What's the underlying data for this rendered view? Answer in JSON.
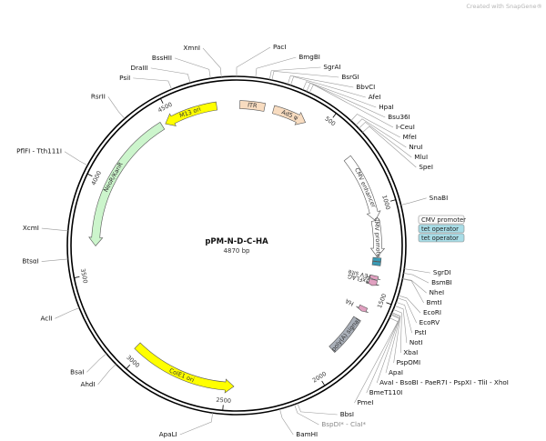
{
  "credit": "Created with SnapGene®",
  "title": "pPM-N-D-C-HA",
  "length": "4870 bp",
  "ticks": [
    {
      "label": "500",
      "pos": 500
    },
    {
      "label": "1000",
      "pos": 1000
    },
    {
      "label": "1500",
      "pos": 1500
    },
    {
      "label": "2000",
      "pos": 2000
    },
    {
      "label": "2500",
      "pos": 2500
    },
    {
      "label": "3000",
      "pos": 3000
    },
    {
      "label": "3500",
      "pos": 3500
    },
    {
      "label": "4000",
      "pos": 4000
    },
    {
      "label": "4500",
      "pos": 4500
    }
  ],
  "sites": [
    {
      "label": "PacI",
      "pos": 0
    },
    {
      "label": "BmgBI",
      "pos": 87
    },
    {
      "label": "SgrAI",
      "pos": 152
    },
    {
      "label": "BsrGI",
      "pos": 163
    },
    {
      "label": "BbvCI",
      "pos": 238
    },
    {
      "label": "AfeI",
      "pos": 252
    },
    {
      "label": "HpaI",
      "pos": 312
    },
    {
      "label": "Bsu36I",
      "pos": 330
    },
    {
      "label": "I-CeuI",
      "pos": 345
    },
    {
      "label": "MfeI",
      "pos": 575
    },
    {
      "label": "NruI",
      "pos": 605
    },
    {
      "label": "MluI",
      "pos": 625
    },
    {
      "label": "SpeI",
      "pos": 650
    },
    {
      "label": "SnaBI",
      "pos": 1030
    },
    {
      "label": "SgrDI",
      "pos": 1325
    },
    {
      "label": "BsmBI",
      "pos": 1345
    },
    {
      "label": "NheI",
      "pos": 1370
    },
    {
      "label": "BmtI",
      "pos": 1372
    },
    {
      "label": "EcoRI",
      "pos": 1450
    },
    {
      "label": "EcoRV",
      "pos": 1462
    },
    {
      "label": "PstI",
      "pos": 1482
    },
    {
      "label": "NotI",
      "pos": 1500
    },
    {
      "label": "XbaI",
      "pos": 1518
    },
    {
      "label": "PspOMI",
      "pos": 1533
    },
    {
      "label": "ApaI",
      "pos": 1537
    },
    {
      "label": "AvaI - BsoBI - PaeR7I - PspXI - TliI - XhoI",
      "pos": 1543
    },
    {
      "label": "BmeT110I",
      "pos": 1545
    },
    {
      "label": "PmeI",
      "pos": 1560
    },
    {
      "label": "BbsI",
      "pos": 2150
    },
    {
      "label": "BspDI* - ClaI*",
      "pos": 2165,
      "muted": true
    },
    {
      "label": "BamHI",
      "pos": 2235
    },
    {
      "label": "ApaLI",
      "pos": 2545
    },
    {
      "label": "AhdI",
      "pos": 3050
    },
    {
      "label": "BsaI",
      "pos": 3115
    },
    {
      "label": "AclI",
      "pos": 3360
    },
    {
      "label": "BtsαI",
      "pos": 3590
    },
    {
      "label": "XcmI",
      "pos": 3720
    },
    {
      "label": "PflFI - Tth111I",
      "pos": 4035
    },
    {
      "label": "RsrII",
      "pos": 4310
    },
    {
      "label": "PsiI",
      "pos": 4565
    },
    {
      "label": "DraIII",
      "pos": 4655
    },
    {
      "label": "BssHII",
      "pos": 4750
    },
    {
      "label": "XmnI",
      "pos": 4800
    }
  ],
  "features": [
    {
      "label": "ITR",
      "start": 18,
      "end": 155,
      "shape": "box",
      "color": "#f8dcc0"
    },
    {
      "label": "Ad5 ψ",
      "start": 205,
      "end": 395,
      "shape": "arrow",
      "dir": 1,
      "color": "#f8dcc0"
    },
    {
      "label": "CMV enhancer",
      "start": 700,
      "end": 1080,
      "shape": "arrow",
      "dir": 1,
      "color": "#ffffff"
    },
    {
      "label": "CMV promoter",
      "start": 1080,
      "end": 1280,
      "shape": "arrow",
      "dir": 1,
      "color": "#ffffff"
    },
    {
      "label": "tet operator",
      "start": 1285,
      "end": 1305,
      "shape": "box",
      "color": "#3a9bb5"
    },
    {
      "label": "tet operator",
      "start": 1307,
      "end": 1327,
      "shape": "box",
      "color": "#3a9bb5"
    },
    {
      "label": "TEV site",
      "start": 1385,
      "end": 1405,
      "shape": "arrow",
      "dir": 1,
      "color": "#e0a0c0"
    },
    {
      "label": "3xFLAG",
      "start": 1407,
      "end": 1440,
      "shape": "arrow",
      "dir": 1,
      "color": "#e0a0c0"
    },
    {
      "label": "HA",
      "start": 1565,
      "end": 1592,
      "shape": "arrow",
      "dir": 1,
      "color": "#e0a0c0"
    },
    {
      "label": "poly(A) signal",
      "start": 1640,
      "end": 1860,
      "shape": "box",
      "color": "#a9afb8"
    },
    {
      "label": "ColE1 ori",
      "start": 2450,
      "end": 3040,
      "shape": "arrow",
      "dir": -1,
      "color": "#ffff00"
    },
    {
      "label": "NeoR/KanR",
      "start": 3650,
      "end": 4440,
      "shape": "arrow",
      "dir": -1,
      "color": "#ccf5cc"
    },
    {
      "label": "M13 ori",
      "start": 4460,
      "end": 4760,
      "shape": "arrow",
      "dir": -1,
      "color": "#ffff00"
    }
  ],
  "side_boxes": [
    {
      "label": "CMV promoter",
      "color": "#ffffff"
    },
    {
      "label": "tet operator",
      "color": "#a9dde7"
    },
    {
      "label": "tet operator",
      "color": "#a9dde7"
    }
  ],
  "total_bp": 4870
}
